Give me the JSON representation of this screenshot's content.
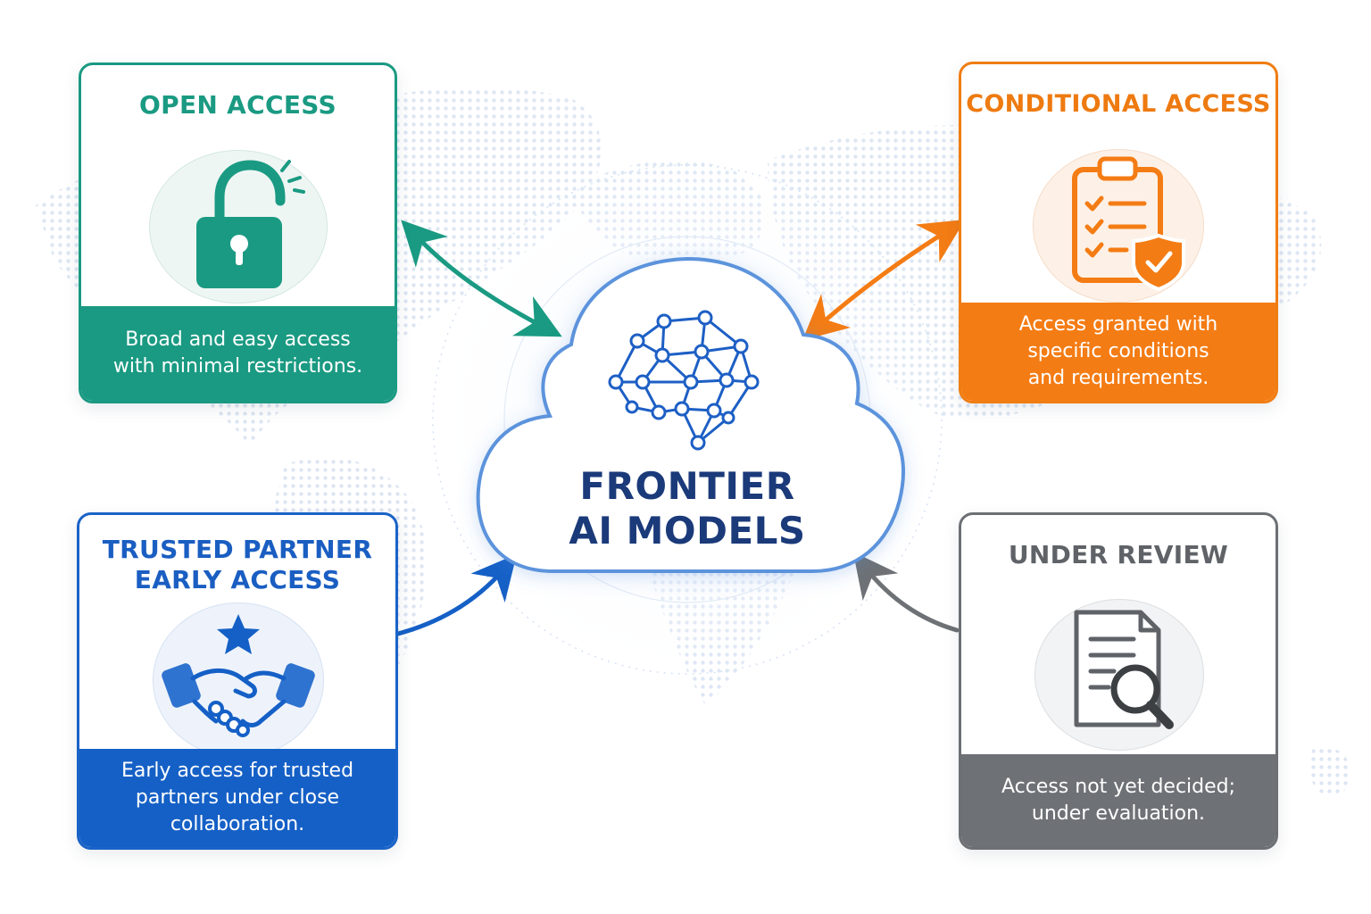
{
  "center": {
    "title_line1": "FRONTIER",
    "title_line2": "AI MODELS",
    "icon": "brain-network-icon"
  },
  "cards": {
    "open": {
      "title": "OPEN ACCESS",
      "description": "Broad and easy access\nwith minimal restrictions.",
      "icon": "unlocked-padlock-icon",
      "color": "#1a9a82"
    },
    "conditional": {
      "title": "CONDITIONAL ACCESS",
      "description": "Access granted with\nspecific conditions\nand requirements.",
      "icon": "clipboard-shield-icon",
      "color": "#f47c14"
    },
    "trusted": {
      "title_line1": "TRUSTED PARTNER",
      "title_line2": "EARLY ACCESS",
      "description": "Early access for trusted\npartners under close\ncollaboration.",
      "icon": "handshake-star-icon",
      "color": "#1560c6"
    },
    "review": {
      "title": "UNDER REVIEW",
      "description": "Access not yet decided;\nunder evaluation.",
      "icon": "document-magnifier-icon",
      "color": "#6e7175"
    }
  },
  "connectors": {
    "open": {
      "style": "bidirectional",
      "color": "#1a9a82"
    },
    "conditional": {
      "style": "bidirectional",
      "color": "#f47c14"
    },
    "trusted": {
      "style": "toward-center",
      "color": "#1560c6"
    },
    "review": {
      "style": "toward-center",
      "color": "#6e7175"
    }
  }
}
